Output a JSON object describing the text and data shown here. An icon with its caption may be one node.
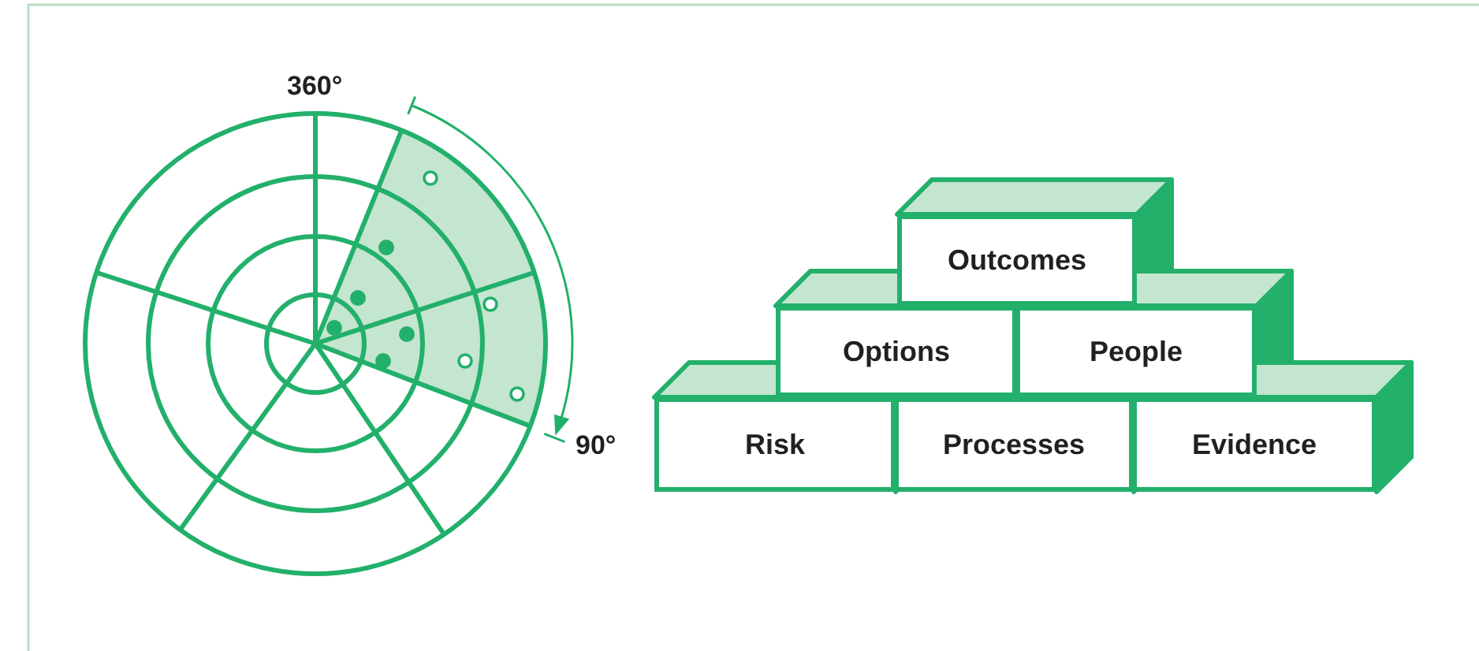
{
  "diagram": {
    "nodes": [
      {
        "text": [
          "Outcomes"
        ]
      },
      {
        "text": [
          "Options"
        ]
      },
      {
        "text": [
          "People"
        ]
      },
      {
        "text": [
          "Risk"
        ]
      },
      {
        "text": [
          "Processes"
        ]
      },
      {
        "text": [
          "Evidence"
        ]
      }
    ],
    "labels": [
      "360°",
      "90°"
    ]
  }
}
